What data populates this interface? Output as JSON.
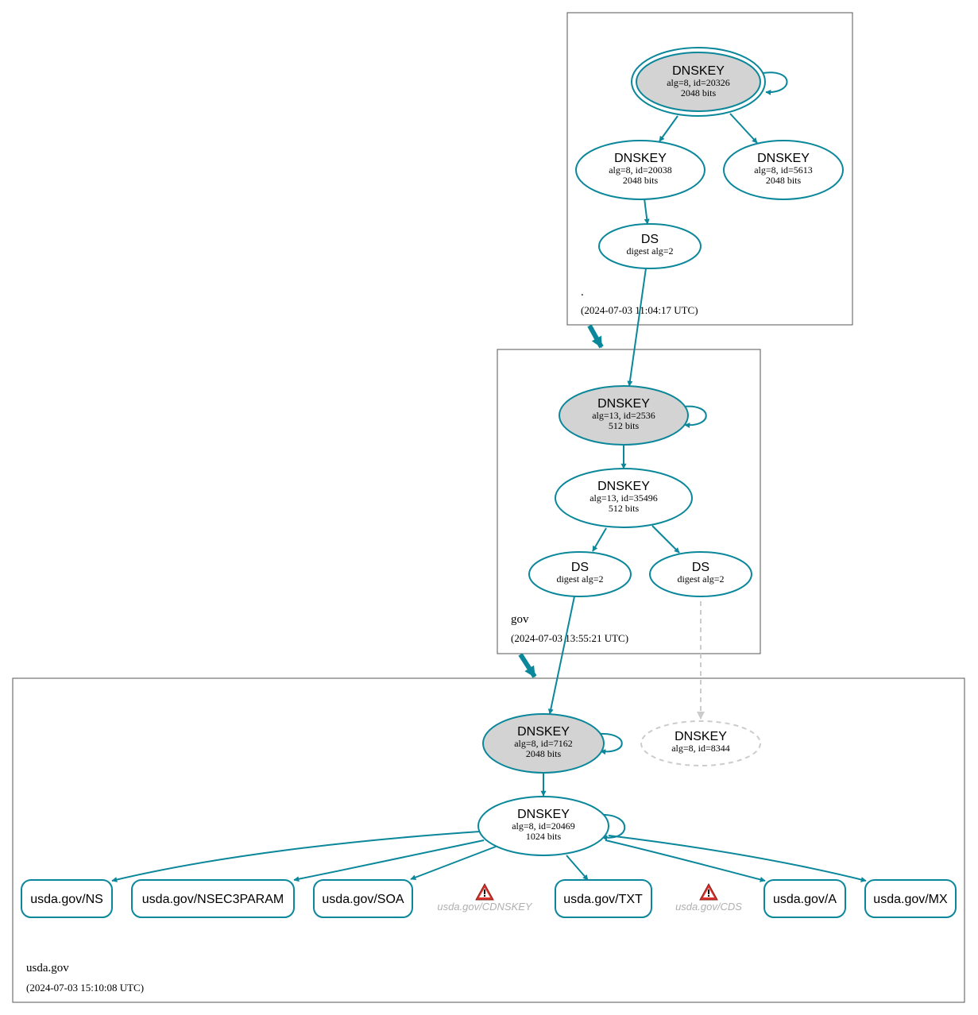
{
  "zones": {
    "root": {
      "name": ".",
      "timestamp": "(2024-07-03 11:04:17 UTC)"
    },
    "gov": {
      "name": "gov",
      "timestamp": "(2024-07-03 13:55:21 UTC)"
    },
    "usda": {
      "name": "usda.gov",
      "timestamp": "(2024-07-03 15:10:08 UTC)"
    }
  },
  "nodes": {
    "root_ksk": {
      "type": "DNSKEY",
      "detail": "alg=8, id=20326",
      "size": "2048 bits"
    },
    "root_zsk1": {
      "type": "DNSKEY",
      "detail": "alg=8, id=20038",
      "size": "2048 bits"
    },
    "root_zsk2": {
      "type": "DNSKEY",
      "detail": "alg=8, id=5613",
      "size": "2048 bits"
    },
    "root_ds": {
      "type": "DS",
      "detail": "digest alg=2"
    },
    "gov_ksk": {
      "type": "DNSKEY",
      "detail": "alg=13, id=2536",
      "size": "512 bits"
    },
    "gov_zsk": {
      "type": "DNSKEY",
      "detail": "alg=13, id=35496",
      "size": "512 bits"
    },
    "gov_ds1": {
      "type": "DS",
      "detail": "digest alg=2"
    },
    "gov_ds2": {
      "type": "DS",
      "detail": "digest alg=2"
    },
    "usda_ksk": {
      "type": "DNSKEY",
      "detail": "alg=8, id=7162",
      "size": "2048 bits"
    },
    "usda_missing": {
      "type": "DNSKEY",
      "detail": "alg=8, id=8344"
    },
    "usda_zsk": {
      "type": "DNSKEY",
      "detail": "alg=8, id=20469",
      "size": "1024 bits"
    }
  },
  "records": [
    "usda.gov/NS",
    "usda.gov/NSEC3PARAM",
    "usda.gov/SOA",
    "usda.gov/TXT",
    "usda.gov/A",
    "usda.gov/MX"
  ],
  "warnings": [
    "usda.gov/CDNSKEY",
    "usda.gov/CDS"
  ],
  "colors": {
    "secure": "#0a879a",
    "missing": "#cccccc",
    "ksk_fill": "#d3d3d3",
    "warning": "#d9332c"
  },
  "icons": {
    "warning": "warning-triangle-icon"
  }
}
